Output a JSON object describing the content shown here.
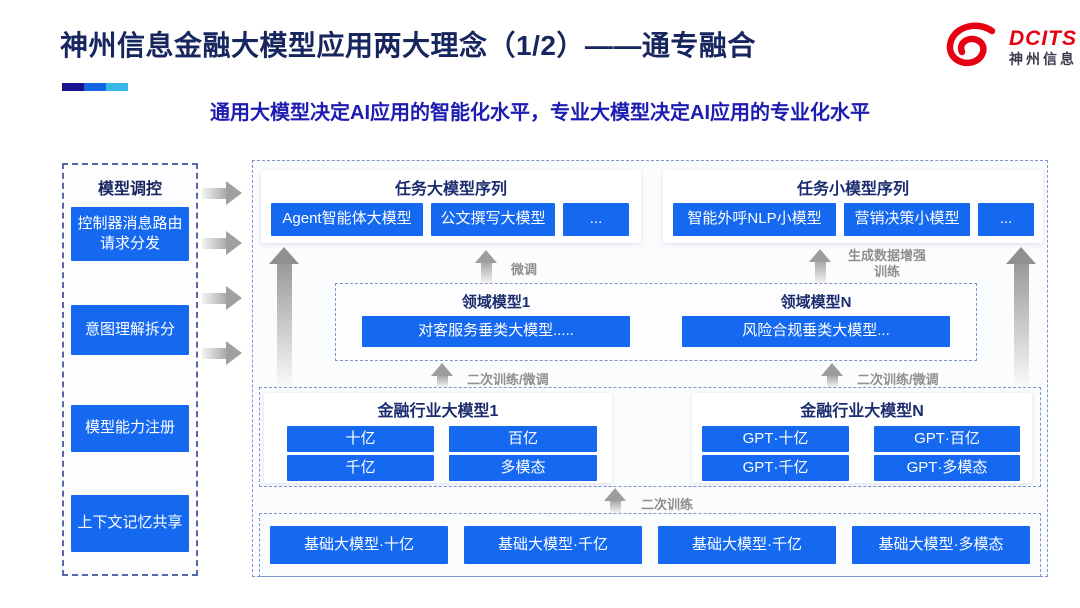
{
  "slide": {
    "title": "神州信息金融大模型应用两大理念（1/2）——通专融合",
    "subtitle": "通用大模型决定AI应用的智能化水平，专业大模型决定AI应用的专业化水平"
  },
  "logo": {
    "brand": "DCITS",
    "company": "神州信息"
  },
  "colors": {
    "title_navy": "#17265e",
    "subtitle_blue": "#1d1db2",
    "box_blue": "#1569f0",
    "logo_red": "#e60012",
    "underline_cyan": "#38b8e8",
    "arrow_gray": "#a0a0a0",
    "dashed_border": "#8093cc"
  },
  "sidebar": {
    "title": "模型调控",
    "items": [
      {
        "label": "控制器消息路由请求分发"
      },
      {
        "label": "意图理解拆分"
      },
      {
        "label": "模型能力注册"
      },
      {
        "label": "上下文记忆共享"
      }
    ]
  },
  "task_large": {
    "title": "任务大模型序列",
    "items": [
      "Agent智能体大模型",
      "公文撰写大模型",
      "..."
    ]
  },
  "task_small": {
    "title": "任务小模型序列",
    "items": [
      "智能外呼NLP小模型",
      "营销决策小模型",
      "..."
    ]
  },
  "arrows": {
    "fine_tune": "微调",
    "gen_data_augment": "生成数据增强训练",
    "retrain_finetune_left": "二次训练/微调",
    "retrain_finetune_right": "二次训练/微调",
    "retrain": "二次训练"
  },
  "domain_models": [
    {
      "title": "领域模型1",
      "box": "对客服务垂类大模型....."
    },
    {
      "title": "领域模型N",
      "box": "风险合规垂类大模型..."
    }
  ],
  "industry_models": [
    {
      "title": "金融行业大模型1",
      "boxes": [
        "十亿",
        "百亿",
        "千亿",
        "多模态"
      ]
    },
    {
      "title": "金融行业大模型N",
      "boxes": [
        "GPT·十亿",
        "GPT·百亿",
        "GPT·千亿",
        "GPT·多模态"
      ]
    }
  ],
  "base_models": [
    "基础大模型·十亿",
    "基础大模型·千亿",
    "基础大模型·千亿",
    "基础大模型·多模态"
  ]
}
